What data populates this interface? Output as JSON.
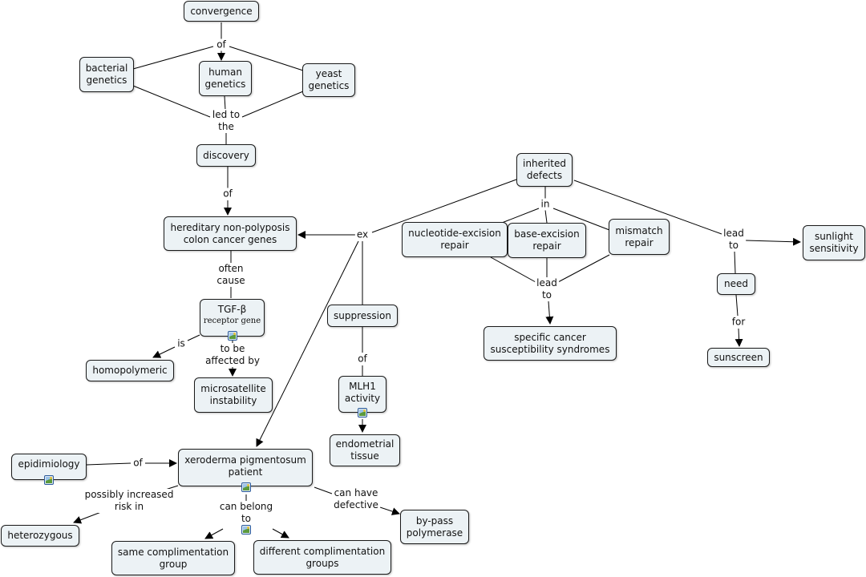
{
  "nodes": {
    "convergence": "convergence",
    "bacterial_genetics": "bacterial\ngenetics",
    "human_genetics": "human\ngenetics",
    "yeast_genetics": "yeast\ngenetics",
    "discovery": "discovery",
    "hnpcc_genes": "hereditary non-polyposis\ncolon cancer genes",
    "tgf_beta_title": "TGF-β",
    "tgf_beta_sub": "receptor gene",
    "homopolymeric": "homopolymeric",
    "microsatellite": "microsatellite\ninstability",
    "suppression": "suppression",
    "mlh1": "MLH1\nactivity",
    "endometrial": "endometrial\ntissue",
    "inherited_defects": "inherited\ndefects",
    "ner": "nucleotide-excision\nrepair",
    "ber": "base-excision\nrepair",
    "mismatch": "mismatch\nrepair",
    "syndromes": "specific cancer\nsusceptibility syndromes",
    "need": "need",
    "sunlight": "sunlight\nsensitivity",
    "sunscreen": "sunscreen",
    "epidimiology": "epidimiology",
    "xp_patient": "xeroderma pigmentosum\npatient",
    "heterozygous": "heterozygous",
    "same_group": "same complimentation\ngroup",
    "diff_groups": "different complimentation\ngroups",
    "bypass": "by-pass\npolymerase"
  },
  "links": {
    "of_convergence": "of",
    "led_to_the": "led to\nthe",
    "of_discovery": "of",
    "often_cause": "often\ncause",
    "is": "is",
    "to_be_affected_by": "to be\naffected by",
    "ex": "ex",
    "of_suppression": "of",
    "in": "in",
    "lead_to_repair": "lead\nto",
    "lead_to_sunlight": "lead\nto",
    "for": "for",
    "of_epidimiology": "of",
    "possibly_increased": "possibly increased\nrisk in",
    "can_belong_to": "can belong\nto",
    "can_have_defective": "can have\ndefective"
  },
  "icons": [
    "concept-image-icon",
    "concept-image-icon",
    "concept-image-icon",
    "concept-image-icon",
    "concept-image-icon"
  ]
}
